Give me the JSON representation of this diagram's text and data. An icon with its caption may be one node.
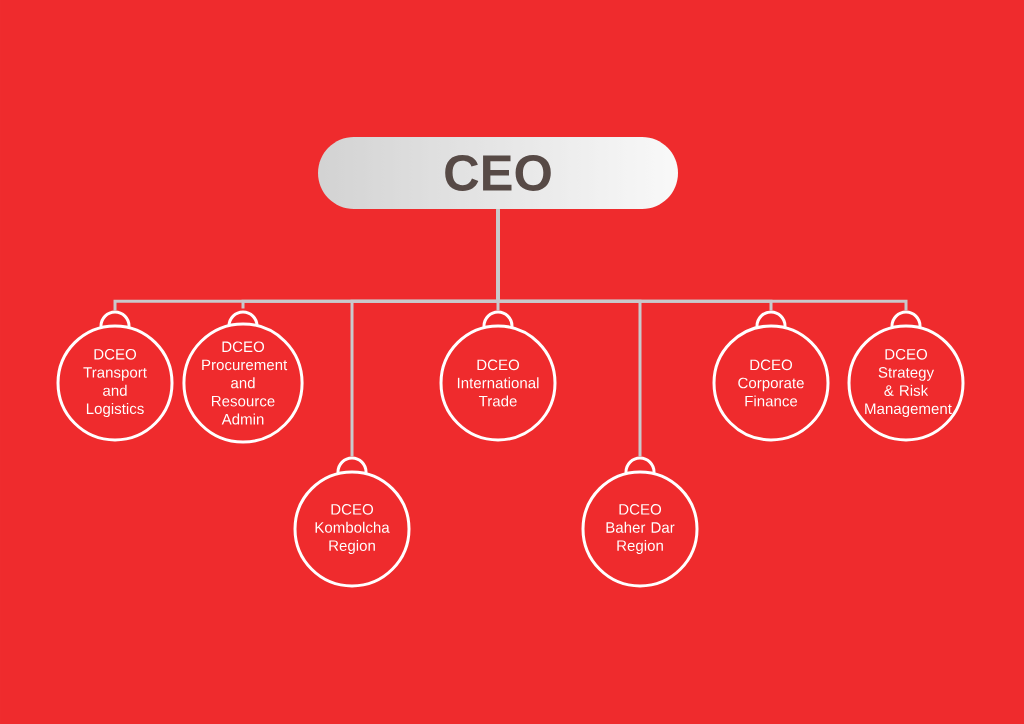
{
  "diagram": {
    "nodes": [
      {
        "text": [
          "CEO"
        ]
      },
      {
        "text": [
          "DCEO",
          "Transport and Logistics"
        ]
      },
      {
        "text": [
          "DCEO",
          "Procurement and Resource Admin"
        ]
      },
      {
        "text": [
          "DCEO",
          "Kombolcha Region"
        ]
      },
      {
        "text": [
          "DCEO",
          "International Trade"
        ]
      },
      {
        "text": [
          "DCEO",
          "Baher Dar Region"
        ]
      },
      {
        "text": [
          "DCEO",
          "Corporate Finance"
        ]
      },
      {
        "text": [
          "DCEO",
          "Strategy & Risk Management"
        ]
      }
    ],
    "edges": [
      {
        "from": 0,
        "to": 1,
        "arrow": "none"
      },
      {
        "from": 0,
        "to": 2,
        "arrow": "none"
      },
      {
        "from": 0,
        "to": 3,
        "arrow": "none"
      },
      {
        "from": 0,
        "to": 4,
        "arrow": "none"
      },
      {
        "from": 0,
        "to": 5,
        "arrow": "none"
      },
      {
        "from": 0,
        "to": 6,
        "arrow": "none"
      },
      {
        "from": 0,
        "to": 7,
        "arrow": "none"
      }
    ]
  }
}
